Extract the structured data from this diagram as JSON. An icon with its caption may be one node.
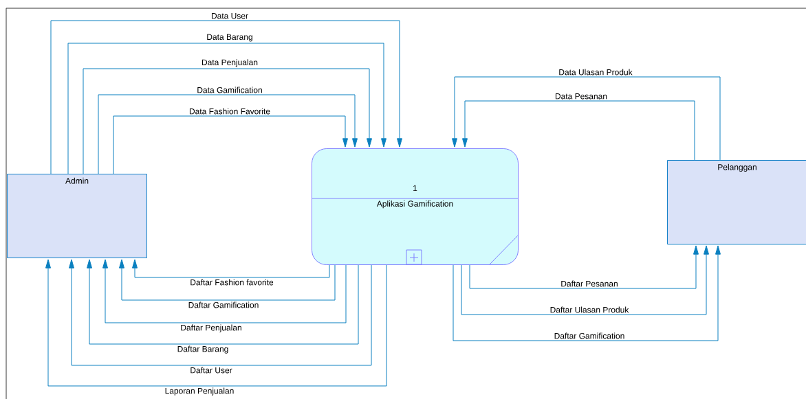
{
  "diagram": {
    "nodes": [
      {
        "text": [
          "Admin"
        ]
      },
      {
        "text": [
          "1",
          "Aplikasi Gamification"
        ]
      },
      {
        "text": [
          "Pelanggan"
        ]
      }
    ],
    "edges": [
      {
        "from": 0,
        "to": 1,
        "arrow": "to",
        "label": "Data User"
      },
      {
        "from": 0,
        "to": 1,
        "arrow": "to",
        "label": "Data Barang"
      },
      {
        "from": 0,
        "to": 1,
        "arrow": "to",
        "label": "Data Penjualan"
      },
      {
        "from": 0,
        "to": 1,
        "arrow": "to",
        "label": "Data Gamification"
      },
      {
        "from": 0,
        "to": 1,
        "arrow": "to",
        "label": "Data Fashion Favorite"
      },
      {
        "from": 1,
        "to": 0,
        "arrow": "to",
        "label": "Daftar Fashion favorite"
      },
      {
        "from": 1,
        "to": 0,
        "arrow": "to",
        "label": "Daftar Gamification"
      },
      {
        "from": 1,
        "to": 0,
        "arrow": "to",
        "label": "Daftar Penjualan"
      },
      {
        "from": 1,
        "to": 0,
        "arrow": "to",
        "label": "Daftar Barang"
      },
      {
        "from": 1,
        "to": 0,
        "arrow": "to",
        "label": "Daftar User"
      },
      {
        "from": 1,
        "to": 0,
        "arrow": "to",
        "label": "Laporan Penjualan"
      },
      {
        "from": 2,
        "to": 1,
        "arrow": "to",
        "label": "Data Ulasan Produk"
      },
      {
        "from": 2,
        "to": 1,
        "arrow": "to",
        "label": "Data Pesanan"
      },
      {
        "from": 1,
        "to": 2,
        "arrow": "to",
        "label": "Daftar Pesanan"
      },
      {
        "from": 1,
        "to": 2,
        "arrow": "to",
        "label": "Daftar Ulasan Produk"
      },
      {
        "from": 1,
        "to": 2,
        "arrow": "to",
        "label": "Daftar Gamification"
      }
    ]
  }
}
